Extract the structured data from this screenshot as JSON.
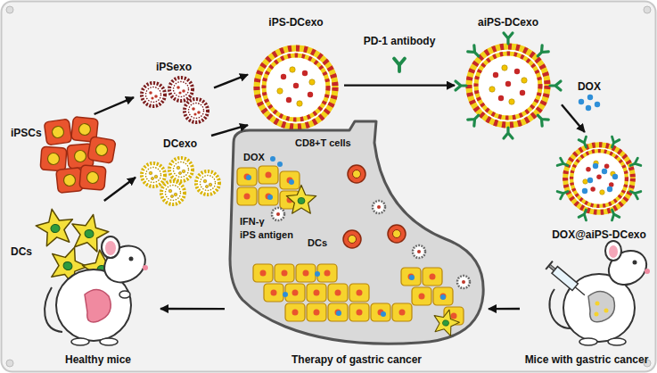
{
  "diagram": {
    "nodes": [
      {
        "text": [
          "iPSCs"
        ]
      },
      {
        "text": [
          "iPSexo"
        ]
      },
      {
        "text": [
          "DCs"
        ]
      },
      {
        "text": [
          "DCexo"
        ]
      },
      {
        "text": [
          "iPS-DCexo"
        ]
      },
      {
        "text": [
          "aiPS-DCexo"
        ]
      },
      {
        "text": [
          "DOX@aiPS-DCexo"
        ]
      },
      {
        "text": [
          "Mice with gastric cancer"
        ]
      },
      {
        "text": [
          "Therapy of gastric cancer"
        ]
      },
      {
        "text": [
          "Healthy mice"
        ]
      }
    ],
    "edges": [
      {
        "from": 0,
        "to": 1,
        "arrow": "to"
      },
      {
        "from": 2,
        "to": 3,
        "arrow": "to"
      },
      {
        "from": 1,
        "to": 4,
        "arrow": "to"
      },
      {
        "from": 3,
        "to": 4,
        "arrow": "to"
      },
      {
        "from": 4,
        "to": 5,
        "label": "PD-1 antibody",
        "arrow": "to"
      },
      {
        "from": 5,
        "to": 6,
        "label": "DOX",
        "arrow": "to"
      },
      {
        "from": 7,
        "to": 8,
        "arrow": "to"
      },
      {
        "from": 8,
        "to": 9,
        "arrow": "to"
      }
    ],
    "labels": [
      "DOX",
      "CD8+T cells",
      "IFN-γ",
      "iPS antigen",
      "DCs"
    ]
  }
}
